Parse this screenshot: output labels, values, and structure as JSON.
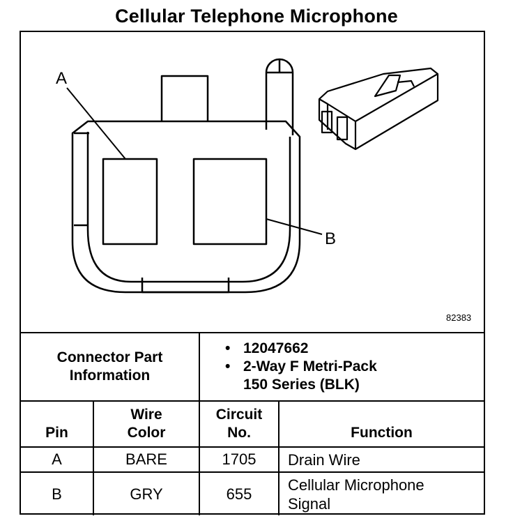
{
  "title": "Cellular Telephone Microphone",
  "figure_number": "82383",
  "labels": {
    "pin_a": "A",
    "pin_b": "B"
  },
  "connector_info": {
    "label_line1": "Connector Part",
    "label_line2": "Information",
    "items": [
      "12047662",
      "2-Way F Metri-Pack",
      "150 Series (BLK)"
    ]
  },
  "table": {
    "headers": {
      "pin": "Pin",
      "wire_color_line1": "Wire",
      "wire_color_line2": "Color",
      "circuit_line1": "Circuit",
      "circuit_line2": "No.",
      "function": "Function"
    },
    "rows": [
      {
        "pin": "A",
        "wire_color": "BARE",
        "circuit": "1705",
        "function_line1": "Drain Wire",
        "function_line2": ""
      },
      {
        "pin": "B",
        "wire_color": "GRY",
        "circuit": "655",
        "function_line1": "Cellular Microphone",
        "function_line2": "Signal"
      }
    ]
  },
  "colors": {
    "line": "#000000",
    "background": "#ffffff"
  }
}
